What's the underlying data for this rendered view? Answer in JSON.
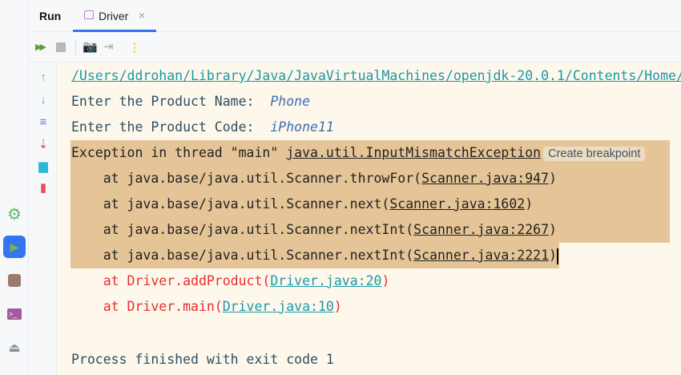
{
  "tabs": {
    "run_label": "Run",
    "active_tab": "Driver"
  },
  "toolbar": {
    "rerun": "rerun-icon",
    "stop": "stop-icon",
    "screenshot": "camera-icon",
    "exit": "exit-icon",
    "more": "more-icon"
  },
  "console": {
    "path": "/Users/ddrohan/Library/Java/JavaVirtualMachines/openjdk-20.0.1/Contents/Home/",
    "prompt_name": "Enter the Product Name:  ",
    "input_name": "Phone",
    "prompt_code": "Enter the Product Code:  ",
    "input_code": "iPhone11",
    "exception_prefix": "Exception in thread \"main\" ",
    "exception_class": "java.util.InputMismatchException",
    "create_breakpoint": "Create breakpoint",
    "stack": [
      {
        "prefix": "    at java.base/java.util.Scanner.throwFor(",
        "link": "Scanner.java:947",
        "suffix": ")"
      },
      {
        "prefix": "    at java.base/java.util.Scanner.next(",
        "link": "Scanner.java:1602",
        "suffix": ")"
      },
      {
        "prefix": "    at java.base/java.util.Scanner.nextInt(",
        "link": "Scanner.java:2267",
        "suffix": ")"
      },
      {
        "prefix": "    at java.base/java.util.Scanner.nextInt(",
        "link": "Scanner.java:2221",
        "suffix": ")"
      },
      {
        "prefix": "    at Driver.addProduct(",
        "link": "Driver.java:20",
        "suffix": ")"
      },
      {
        "prefix": "    at Driver.main(",
        "link": "Driver.java:10",
        "suffix": ")"
      }
    ],
    "finished": "Process finished with exit code 1"
  },
  "colors": {
    "selection": "#e5c597",
    "background": "#fdf7ec",
    "link": "#1a9aa6",
    "error": "#e53030",
    "accent": "#3574f0"
  }
}
